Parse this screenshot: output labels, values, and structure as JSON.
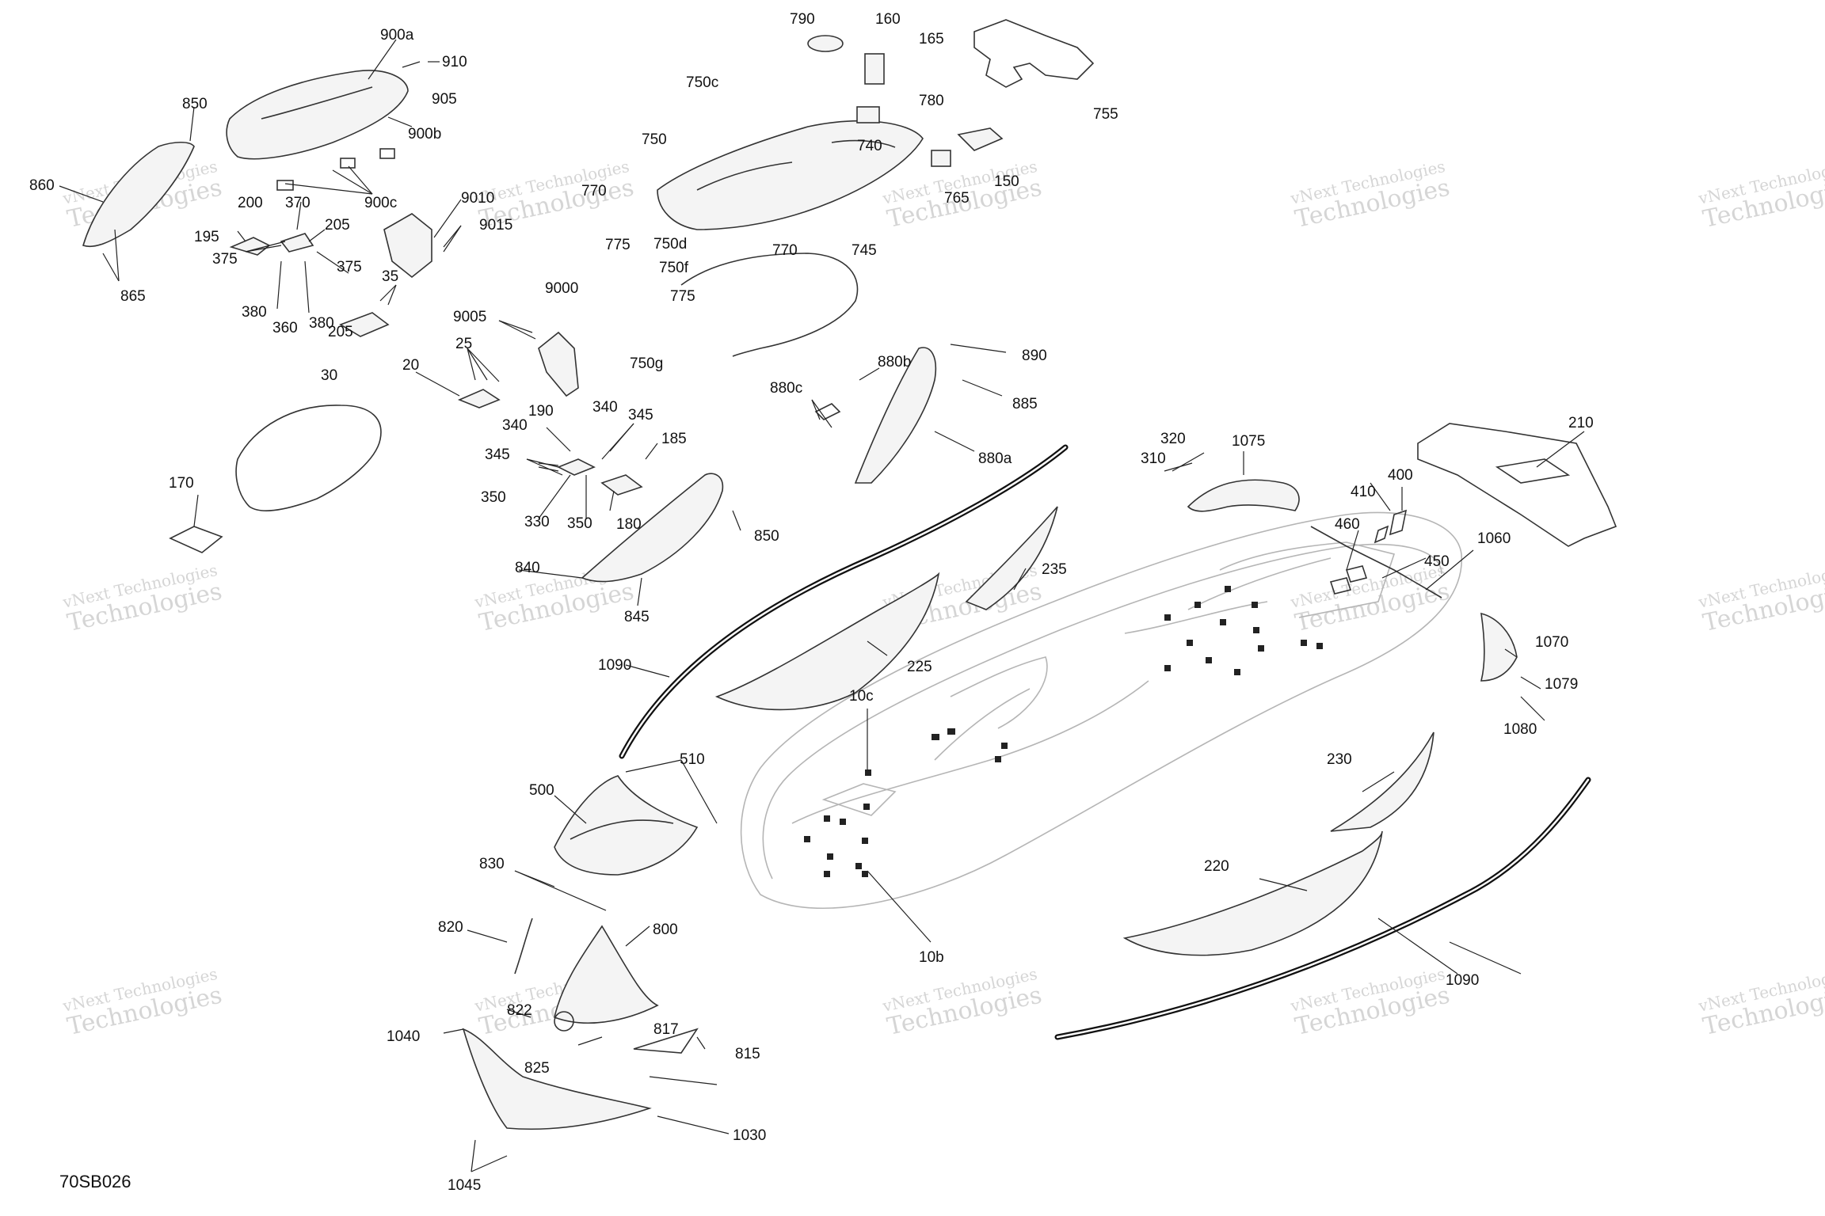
{
  "document_id": "70SB026",
  "watermark": {
    "line1": "vNext Technologies",
    "line2": "Technologies"
  },
  "callouts": [
    "10b",
    "10c",
    "20",
    "25",
    "30",
    "35",
    "150",
    "160",
    "165",
    "170",
    "180",
    "185",
    "190",
    "195",
    "200",
    "205",
    "205",
    "210",
    "220",
    "225",
    "230",
    "235",
    "310",
    "320",
    "330",
    "340",
    "340",
    "345",
    "345",
    "350",
    "350",
    "360",
    "370",
    "375",
    "375",
    "380",
    "380",
    "400",
    "410",
    "450",
    "460",
    "500",
    "510",
    "740",
    "745",
    "750",
    "750c",
    "750d",
    "750f",
    "750g",
    "755",
    "765",
    "770",
    "770",
    "775",
    "775",
    "780",
    "790",
    "800",
    "815",
    "817",
    "820",
    "822",
    "825",
    "830",
    "840",
    "845",
    "850",
    "850",
    "860",
    "865",
    "880a",
    "880b",
    "880c",
    "885",
    "890",
    "900a",
    "900b",
    "900c",
    "905",
    "910",
    "1030",
    "1040",
    "1045",
    "1060",
    "1070",
    "1075",
    "1079",
    "1080",
    "1090",
    "1090",
    "9000",
    "9005",
    "9010",
    "9015"
  ]
}
